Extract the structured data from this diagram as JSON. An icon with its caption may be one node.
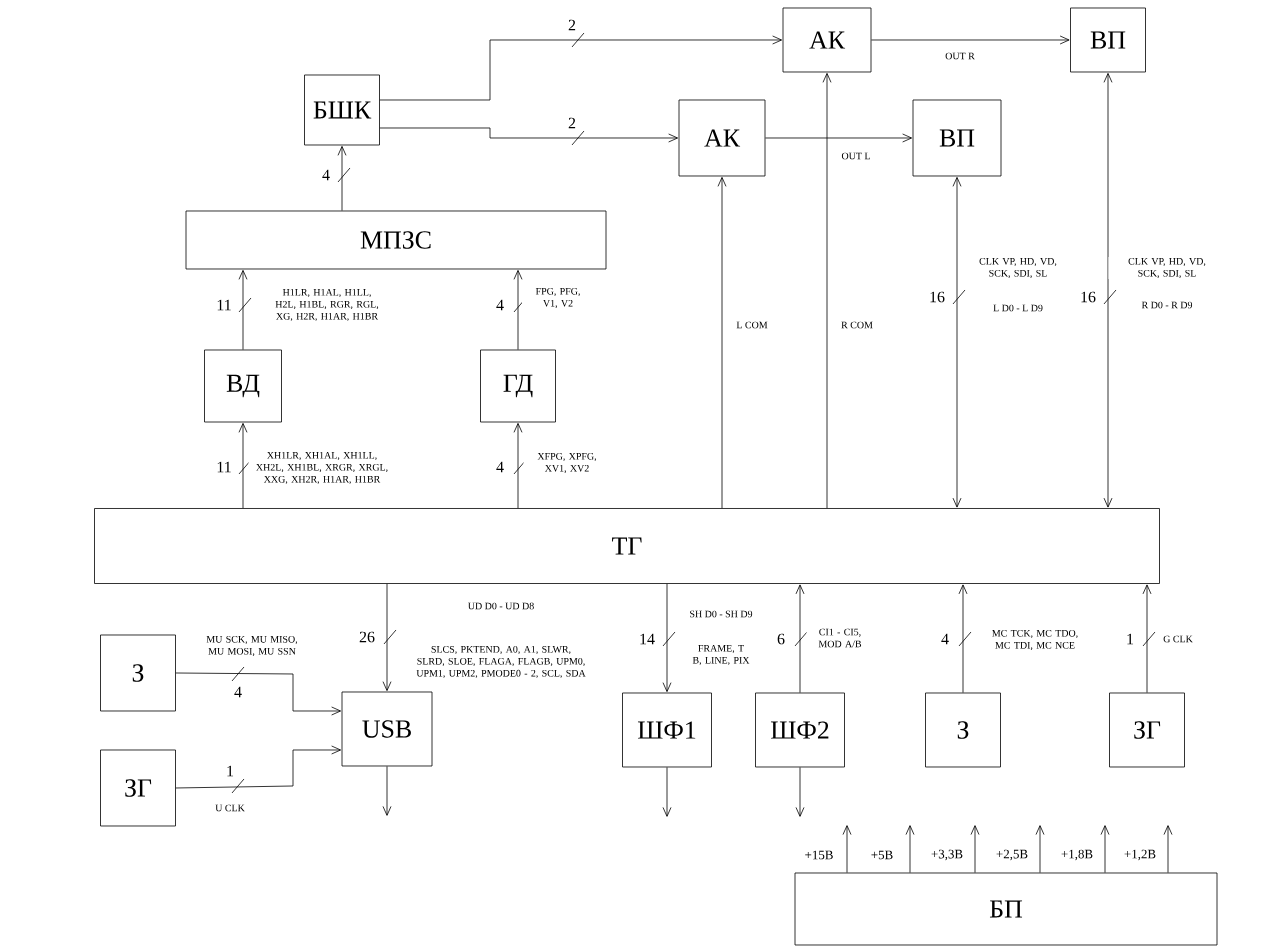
{
  "diagram": {
    "nodes": [
      {
        "text": [
          "БШК"
        ]
      },
      {
        "text": [
          "АК"
        ]
      },
      {
        "text": [
          "ВП"
        ]
      },
      {
        "text": [
          "АК"
        ]
      },
      {
        "text": [
          "ВП"
        ]
      },
      {
        "text": [
          "МПЗС"
        ]
      },
      {
        "text": [
          "ВД"
        ]
      },
      {
        "text": [
          "ГД"
        ]
      },
      {
        "text": [
          "ТГ"
        ]
      },
      {
        "text": [
          "З"
        ]
      },
      {
        "text": [
          "ЗГ"
        ]
      },
      {
        "text": [
          "USB"
        ]
      },
      {
        "text": [
          "ШФ1"
        ]
      },
      {
        "text": [
          "ШФ2"
        ]
      },
      {
        "text": [
          "З"
        ]
      },
      {
        "text": [
          "ЗГ"
        ]
      },
      {
        "text": [
          "БП"
        ]
      }
    ],
    "edges": [
      {
        "from": 0,
        "to": 1,
        "arrow": "to",
        "label": "2"
      },
      {
        "from": 0,
        "to": 3,
        "arrow": "to",
        "label": "2"
      },
      {
        "from": 1,
        "to": 2,
        "arrow": "to",
        "label": "OUT R"
      },
      {
        "from": 3,
        "to": 4,
        "arrow": "to",
        "label": "OUT L"
      },
      {
        "from": 5,
        "to": 0,
        "arrow": "to",
        "label": "4"
      },
      {
        "from": 6,
        "to": 5,
        "arrow": "to",
        "label": "11"
      },
      {
        "from": 7,
        "to": 5,
        "arrow": "to",
        "label": "4"
      },
      {
        "from": 8,
        "to": 6,
        "arrow": "to",
        "label": "11"
      },
      {
        "from": 8,
        "to": 7,
        "arrow": "to",
        "label": "4"
      },
      {
        "from": 8,
        "to": 3,
        "arrow": "to",
        "label": "L COM"
      },
      {
        "from": 8,
        "to": 1,
        "arrow": "to",
        "label": "R COM"
      },
      {
        "from": 8,
        "to": 4,
        "arrow": "both",
        "label": "16"
      },
      {
        "from": 8,
        "to": 2,
        "arrow": "both",
        "label": "16"
      },
      {
        "from": 8,
        "to": 11,
        "arrow": "to",
        "label": "26"
      },
      {
        "from": 9,
        "to": 11,
        "arrow": "to",
        "label": "4"
      },
      {
        "from": 10,
        "to": 11,
        "arrow": "to",
        "label": "1"
      },
      {
        "from": 11,
        "to": null,
        "arrow": "to"
      },
      {
        "from": 8,
        "to": 12,
        "arrow": "to",
        "label": "14"
      },
      {
        "from": 12,
        "to": null,
        "arrow": "to"
      },
      {
        "from": 13,
        "to": 8,
        "arrow": "to",
        "label": "6"
      },
      {
        "from": 13,
        "to": null,
        "arrow": "to"
      },
      {
        "from": 14,
        "to": 8,
        "arrow": "to",
        "label": "4"
      },
      {
        "from": 15,
        "to": 8,
        "arrow": "to",
        "label": "1"
      },
      {
        "from": 16,
        "to": null,
        "arrow": "to",
        "label": "+15В"
      },
      {
        "from": 16,
        "to": null,
        "arrow": "to",
        "label": "+5В"
      },
      {
        "from": 16,
        "to": null,
        "arrow": "to",
        "label": "+3,3В"
      },
      {
        "from": 16,
        "to": null,
        "arrow": "to",
        "label": "+2,5В"
      },
      {
        "from": 16,
        "to": null,
        "arrow": "to",
        "label": "+1,8В"
      },
      {
        "from": 16,
        "to": null,
        "arrow": "to",
        "label": "+1,2В"
      }
    ],
    "labels": [
      "CLK VP, HD, VD, SCK, SDI, SL",
      "L D0 - L D9",
      "CLK VP, HD, VD, SCK, SDI, SL",
      "R D0 - R D9",
      "H1LR, H1AL, H1LL, H2L, H1BL, RGR, RGL, XG, H2R, H1AR, H1BR",
      "FPG, PFG, V1, V2",
      "XH1LR, XH1AL, XH1LL, XH2L, XH1BL, XRGR, XRGL, XXG, XH2R, H1AR, H1BR",
      "XFPG, XPFG, XV1, XV2",
      "UD D0 - UD D8",
      "SLCS, PKTEND, A0, A1, SLWR, SLRD, SLOE, FLAGA, FLAGB, UPM0, UPM1, UPM2, PMODE0 - 2, SCL, SDA",
      "MU SCK, MU MISO, MU MOSI, MU SSN",
      "U CLK",
      "SH D0 - SH D9",
      "FRAME, T B, LINE, PIX",
      "CI1 - CI5, MOD A/B",
      "MC TCK, MC TDO, MC TDI, MC NCE",
      "G CLK"
    ]
  }
}
